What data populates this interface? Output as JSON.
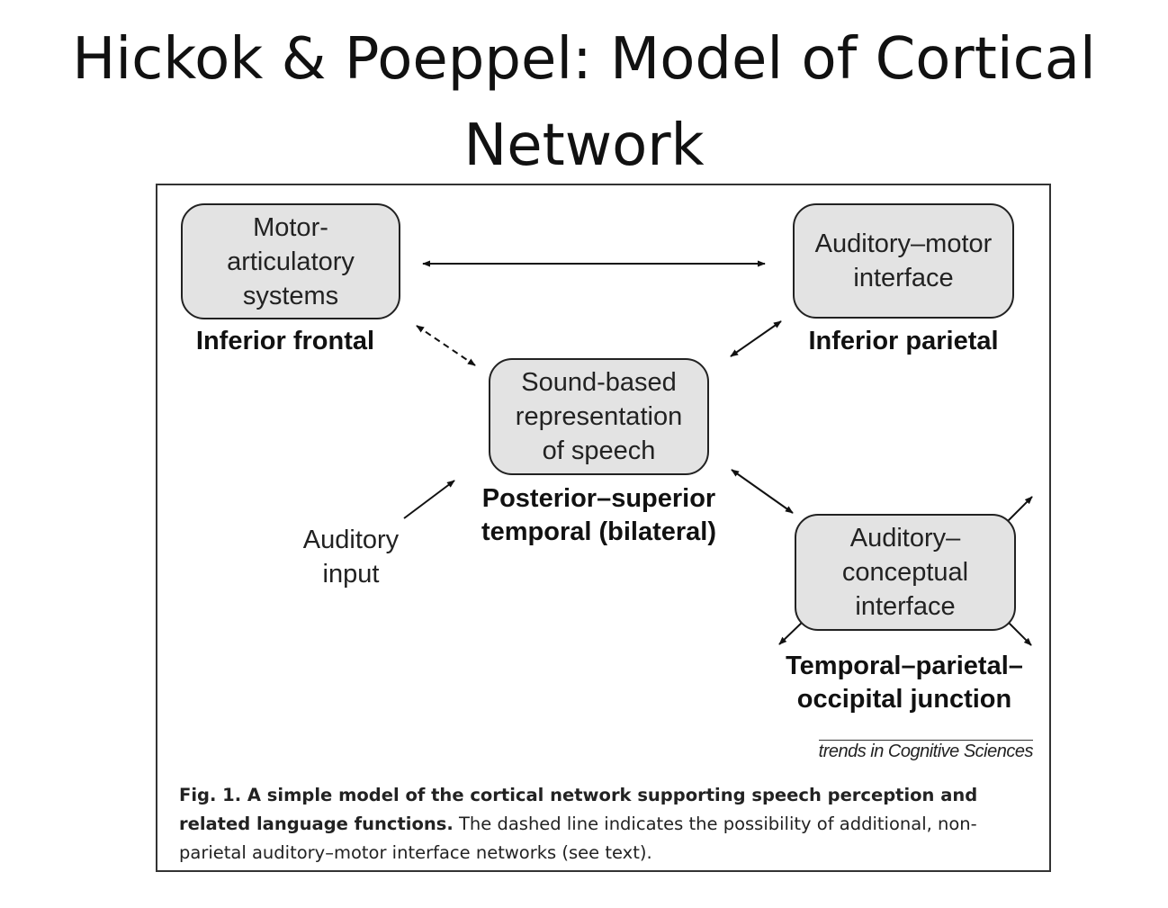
{
  "slide": {
    "title_line1": "Hickok & Poeppel: Model of Cortical",
    "title_line2": "Network"
  },
  "figure": {
    "nodes": {
      "motor": {
        "lines": [
          "Motor-",
          "articulatory",
          "systems"
        ],
        "region": "Inferior frontal"
      },
      "auditory_motor": {
        "lines": [
          "Auditory–motor",
          "interface"
        ],
        "region": "Inferior parietal"
      },
      "sound": {
        "lines": [
          "Sound-based",
          "representation",
          "of speech"
        ],
        "region_lines": [
          "Posterior–superior",
          "temporal (bilateral)"
        ]
      },
      "conceptual": {
        "lines": [
          "Auditory–",
          "conceptual",
          "interface"
        ],
        "region_lines": [
          "Temporal–parietal–",
          "occipital junction"
        ]
      }
    },
    "auditory_input": {
      "lines": [
        "Auditory",
        "input"
      ]
    },
    "source": "trends in Cognitive Sciences",
    "caption": {
      "bold": "Fig. 1. A simple model of the cortical network supporting speech perception and related language functions.",
      "text": " The dashed line indicates the possibility of additional, non-parietal auditory–motor interface networks (see text)."
    }
  }
}
